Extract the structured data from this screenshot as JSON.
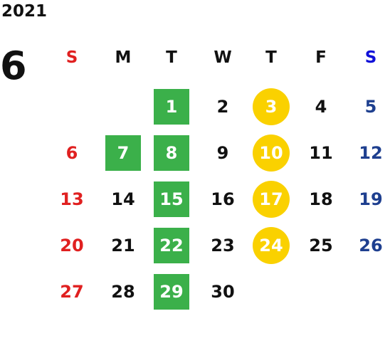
{
  "calendar": {
    "year": "2021",
    "month": "6",
    "weekdays": [
      "S",
      "M",
      "T",
      "W",
      "T",
      "F",
      "S"
    ],
    "weeks": [
      [
        "",
        "",
        "1",
        "2",
        "3",
        "4",
        "5"
      ],
      [
        "6",
        "7",
        "8",
        "9",
        "10",
        "11",
        "12"
      ],
      [
        "13",
        "14",
        "15",
        "16",
        "17",
        "18",
        "19"
      ],
      [
        "20",
        "21",
        "22",
        "23",
        "24",
        "25",
        "26"
      ],
      [
        "27",
        "28",
        "29",
        "30",
        "",
        "",
        ""
      ]
    ],
    "green_days": [
      "1",
      "7",
      "8",
      "15",
      "22",
      "29"
    ],
    "yellow_days": [
      "3",
      "10",
      "17",
      "24"
    ]
  },
  "colors": {
    "sunday": "#e02020",
    "saturday": "#1e3f8f",
    "saturday_header": "#1010d8",
    "green_highlight": "#3bb04a",
    "yellow_highlight": "#fad100"
  }
}
